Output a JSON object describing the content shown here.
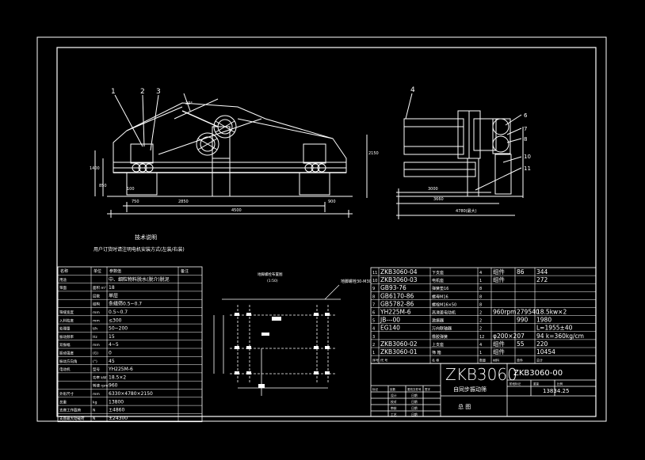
{
  "drawing": {
    "model_big": "ZKB3060",
    "drawing_no": "ZKB3060-00",
    "title_cn": "自同步振动筛",
    "view_label": "总 图",
    "weight": "13834.25",
    "notes_title": "技术说明",
    "notes_line": "用户订货时请注明电机安装方式(左装/右装)"
  },
  "callouts_left": [
    "1",
    "2",
    "3"
  ],
  "callouts_right": [
    "4",
    "6",
    "7",
    "8",
    "10",
    "11"
  ],
  "dimensions": {
    "d_4500": "4500",
    "d_2850": "2850",
    "d_750": "750",
    "d_100": "100",
    "d_900": "900",
    "d_3660": "3660",
    "d_3000": "3000",
    "d_4780": "4780(最大)",
    "d_h1": "1400",
    "d_h2": "2150",
    "d_h3": "850",
    "d_rot": "20°"
  },
  "detail": {
    "label": "地脚螺栓布置图",
    "scale": "(1:50)",
    "note": "地脚螺栓30-M30"
  },
  "spec_table": {
    "headers": [
      "名称",
      "单位",
      "参数值",
      "备注"
    ],
    "rows": [
      [
        "用途",
        "",
        "中、细粒物料脱水(脱介)脱泥",
        ""
      ],
      [
        "筛面",
        "面积 m²",
        "18",
        ""
      ],
      [
        "",
        "层数",
        "单层",
        ""
      ],
      [
        "",
        "结构",
        "条缝筛0.5~0.7",
        ""
      ],
      [
        "筛缝宽度",
        "mm",
        "0.5~0.7",
        ""
      ],
      [
        "入料粒度",
        "mm",
        "≤300",
        ""
      ],
      [
        "处理量",
        "t/h",
        "50~200",
        ""
      ],
      [
        "振动频率",
        "Hz",
        "15",
        ""
      ],
      [
        "双振幅",
        "mm",
        "4~5",
        ""
      ],
      [
        "振动强度",
        "(G)",
        "0",
        ""
      ],
      [
        "振动方向角",
        "(°)",
        "45",
        ""
      ],
      [
        "电动机",
        "型号",
        "YH225M-6",
        ""
      ],
      [
        "",
        "功率 kW",
        "18.5×2",
        ""
      ],
      [
        "",
        "转速 rpm",
        "960",
        ""
      ],
      [
        "外形尺寸",
        "mm",
        "6330×4780×2150",
        ""
      ],
      [
        "总重",
        "kg",
        "13800",
        ""
      ],
      [
        "支座工作载荷",
        "N",
        "±4860",
        ""
      ],
      [
        "支座最大动载荷",
        "N",
        "±24300",
        ""
      ]
    ]
  },
  "parts_list": {
    "rows": [
      {
        "no": "11",
        "code": "ZKB3060-04",
        "name": "下支座",
        "qty": "4",
        "mat": "组件",
        "unit": "86",
        "total": "344"
      },
      {
        "no": "10",
        "code": "ZKB3060-03",
        "name": "电机座",
        "qty": "1",
        "mat": "组件",
        "unit": "",
        "total": "272"
      },
      {
        "no": "9",
        "code": "GB93-76",
        "name": "弹簧垫16",
        "qty": "8",
        "mat": "",
        "unit": "",
        "total": ""
      },
      {
        "no": "8",
        "code": "GB6170-86",
        "name": "螺母M16",
        "qty": "8",
        "mat": "",
        "unit": "",
        "total": ""
      },
      {
        "no": "7",
        "code": "GB5782-86",
        "name": "螺栓M16×50",
        "qty": "8",
        "mat": "",
        "unit": "",
        "total": ""
      },
      {
        "no": "6",
        "code": "YH225M-6",
        "name": "高滑差电动机",
        "qty": "2",
        "mat": "960rpm",
        "unit": "279540",
        "total": "18.5kw×2"
      },
      {
        "no": "5",
        "code": "JB---00",
        "name": "激振器",
        "qty": "2",
        "mat": "",
        "unit": "990",
        "total": "1980"
      },
      {
        "no": "4",
        "code": "EG140",
        "name": "万向联轴器",
        "qty": "2",
        "mat": "",
        "unit": "",
        "total": "L=1955±40"
      },
      {
        "no": "3",
        "code": "",
        "name": "橡胶弹簧",
        "qty": "12",
        "mat": "φ200×207",
        "unit": "",
        "total": "94 k=360kg/cm"
      },
      {
        "no": "2",
        "code": "ZKB3060-02",
        "name": "上支座",
        "qty": "4",
        "mat": "组件",
        "unit": "55",
        "total": "220"
      },
      {
        "no": "1",
        "code": "ZKB3060-01",
        "name": "筛 箱",
        "qty": "1",
        "mat": "组件",
        "unit": "",
        "total": "10454"
      }
    ],
    "header": [
      "序号",
      "代 号",
      "名 称",
      "数量",
      "材料",
      "单件",
      "总计"
    ]
  },
  "title_block": {
    "row_labels": [
      "标记",
      "处数",
      "更改文件号",
      "签字",
      "日期"
    ],
    "roles": [
      "设计",
      "校对",
      "审核",
      "工艺",
      "批准"
    ],
    "right_labels": [
      "阶段标记",
      "重量",
      "比例"
    ]
  },
  "colors": {
    "bg": "#000000",
    "line": "#ffffff",
    "dimension": "#ffffff"
  }
}
